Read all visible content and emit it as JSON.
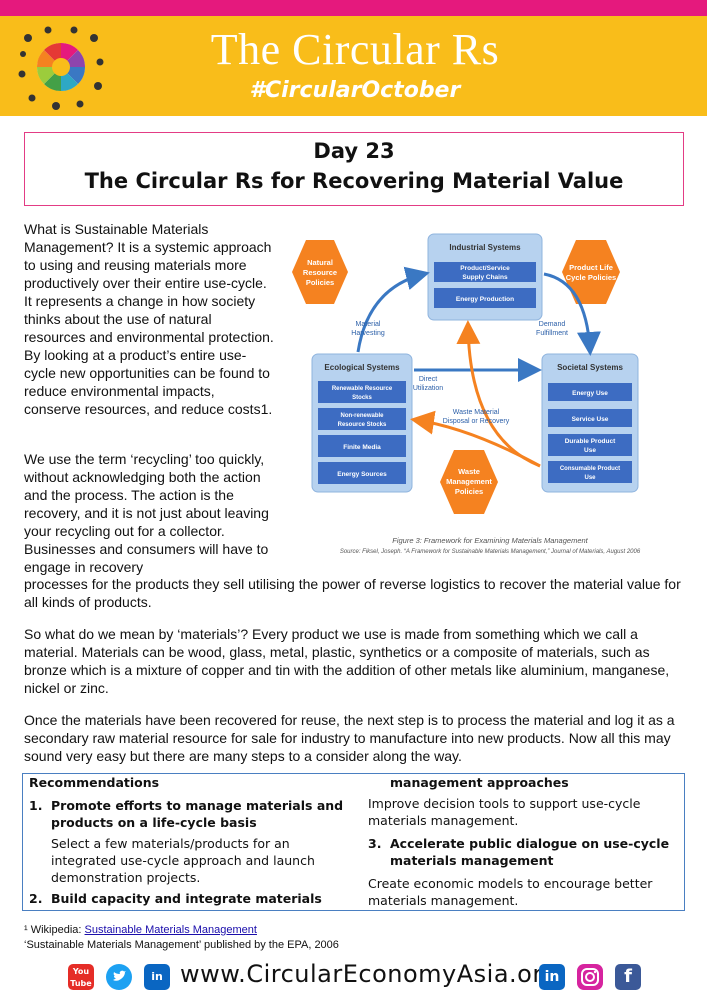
{
  "colors": {
    "pink": "#e5197d",
    "yellow": "#f9bd1a",
    "blue_box": "#b7d2ef",
    "blue_inner": "#3d6cc2",
    "orange": "#f58220",
    "arrow_blue": "#3a78c3",
    "arrow_orange": "#f58220"
  },
  "header": {
    "title": "The Circular Rs",
    "hashtag": "#CircularOctober",
    "logo_icon": "circular-rs-wheel-icon"
  },
  "day": {
    "number": "Day 23",
    "title": "The Circular Rs for Recovering Material Value"
  },
  "body": {
    "p1": "What is Sustainable Materials Management? It is a systemic approach to using and reusing materials more productively over their entire use-cycle. It represents a change in how society thinks about the use of natural resources and environmental protection. By looking at a product’s entire use-cycle new opportunities can be found to reduce environmental impacts, conserve resources, and reduce costs1.",
    "p2": "We use the term ‘recycling’ too quickly, without acknowledging both the action and the process. The action is the recovery, and it is not just about leaving your recycling out for a collector. Businesses and consumers will have to engage in recovery",
    "p2b": "processes for the products they sell utilising the power of reverse logistics to recover the material value for all kinds of products.",
    "p3": "So what do we mean by ‘materials’? Every product we use is made from something which we call a material. Materials can be wood, glass, metal, plastic, synthetics or a composite of materials, such as bronze which is a mixture of copper and tin with the addition of other metals like aluminium, manganese, nickel or zinc.",
    "p4": "Once the materials have been recovered for reuse, the next step is to process the material and log it as a secondary raw material resource for sale for industry to manufacture into new products. Now all this may sound very easy but there are many steps to a consider along the way."
  },
  "diagram": {
    "industrial": {
      "title": "Industrial Systems",
      "items": [
        "Product/Service Supply Chains",
        "Energy Production"
      ]
    },
    "ecological": {
      "title": "Ecological Systems",
      "items": [
        "Renewable Resource Stocks",
        "Non-renewable Resource Stocks",
        "Finite Media",
        "Energy Sources"
      ]
    },
    "societal": {
      "title": "Societal Systems",
      "items": [
        "Energy Use",
        "Service Use",
        "Durable Product Use",
        "Consumable Product Use"
      ]
    },
    "hex_natural": "Natural Resource Policies",
    "hex_product": "Product Life Cycle Policies",
    "hex_waste": "Waste Management Policies",
    "label_harvest": "Material Harvesting",
    "label_demand": "Demand Fulfillment",
    "label_direct": "Direct Utilization",
    "label_waste": "Waste Material Disposal or Recovery",
    "caption": "Figure 3: Framework for Examining Materials Management",
    "source": "Source: Fiksel, Joseph.  “A Framework for Sustainable Materials Management,” Journal of Materials, August 2006"
  },
  "recommendations": {
    "heading": "Recommendations",
    "item1_num": "1.",
    "item1_title": "Promote efforts to manage materials and products on a life-cycle basis",
    "item1_text": "Select a few materials/products for an integrated use-cycle approach and launch demonstration projects.",
    "item2_num": "2.",
    "item2_title": "Build capacity and integrate materials",
    "item2_cont": "management approaches",
    "item2_text": "Improve decision tools to support use-cycle materials management.",
    "item3_num": "3.",
    "item3_title": "Accelerate public dialogue on use-cycle materials management",
    "item3_text": "Create economic models to encourage better materials management."
  },
  "footnotes": {
    "fn1_prefix": "¹ Wikipedia: ",
    "fn1_link": "Sustainable Materials Management",
    "fn2": "‘Sustainable Materials Management’ published by the EPA, 2006"
  },
  "footer": {
    "youtube_label": "You Tube",
    "twitter_icon": "twitter-icon",
    "linkedin_groups_label": "in",
    "url": "www.CircularEconomyAsia.org",
    "linkedin_label": "in",
    "instagram_icon": "instagram-icon",
    "facebook_label": "f"
  }
}
